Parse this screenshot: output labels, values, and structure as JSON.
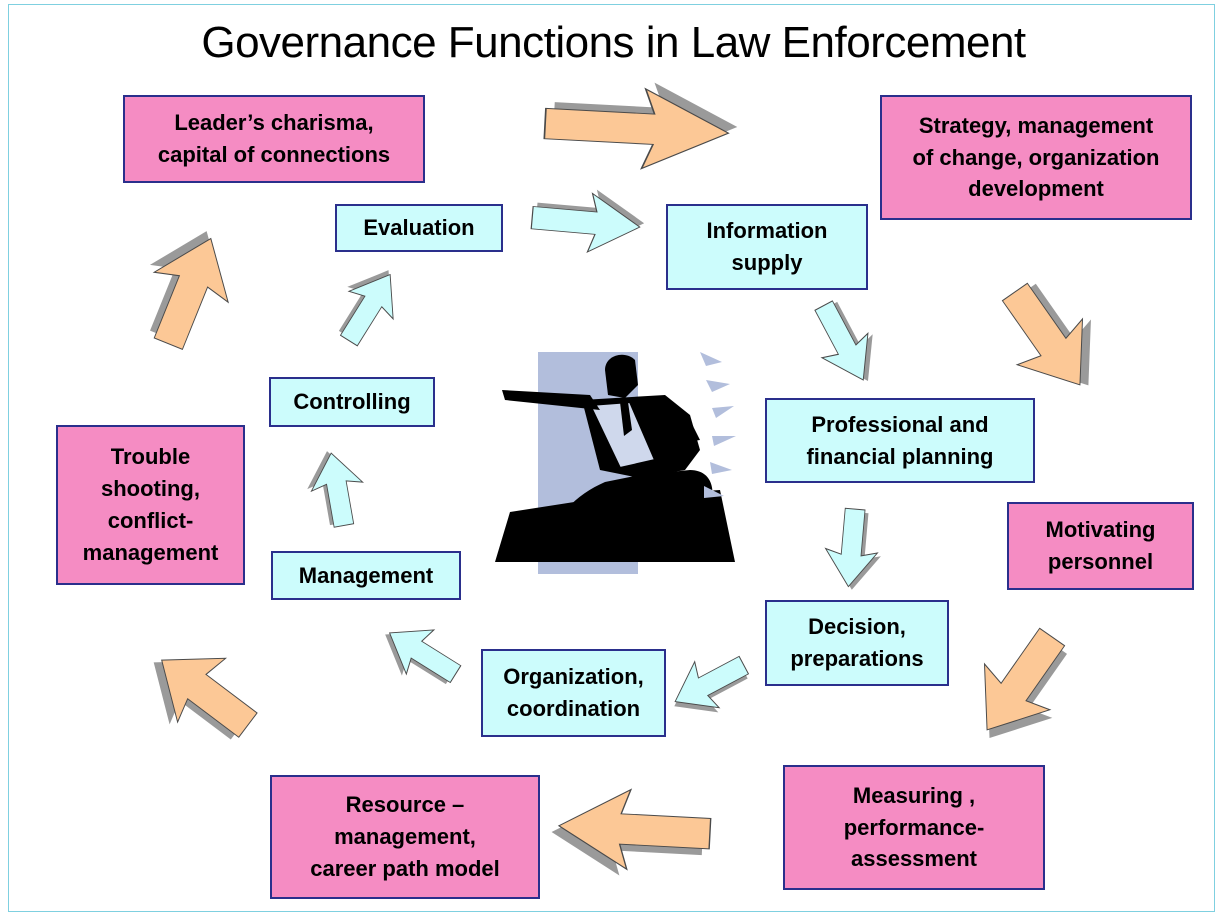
{
  "title": "Governance Functions in Law Enforcement",
  "colors": {
    "outer_box": "#f58cc3",
    "inner_box": "#ccfcfc",
    "box_border": "#2a2f8c",
    "outer_arrow": "#fcc896",
    "inner_arrow": "#ccfcfc",
    "arrow_shadow": "#9a9a9a",
    "figure_backdrop": "#b2bedc"
  },
  "outer_cycle": [
    "Leader’s charisma,\ncapital of connections",
    "Strategy, management\nof change, organization\ndevelopment",
    "Motivating\npersonnel",
    "Measuring ,\nperformance-\nassessment",
    "Resource –\nmanagement,\ncareer path model",
    "Trouble\nshooting,\nconflict-\nmanagement"
  ],
  "inner_cycle": [
    "Evaluation",
    "Information\nsupply",
    "Professional and\nfinancial planning",
    "Decision,\npreparations",
    "Organization,\ncoordination",
    "Management",
    "Controlling"
  ],
  "center_icon": "executive-pointing-icon"
}
